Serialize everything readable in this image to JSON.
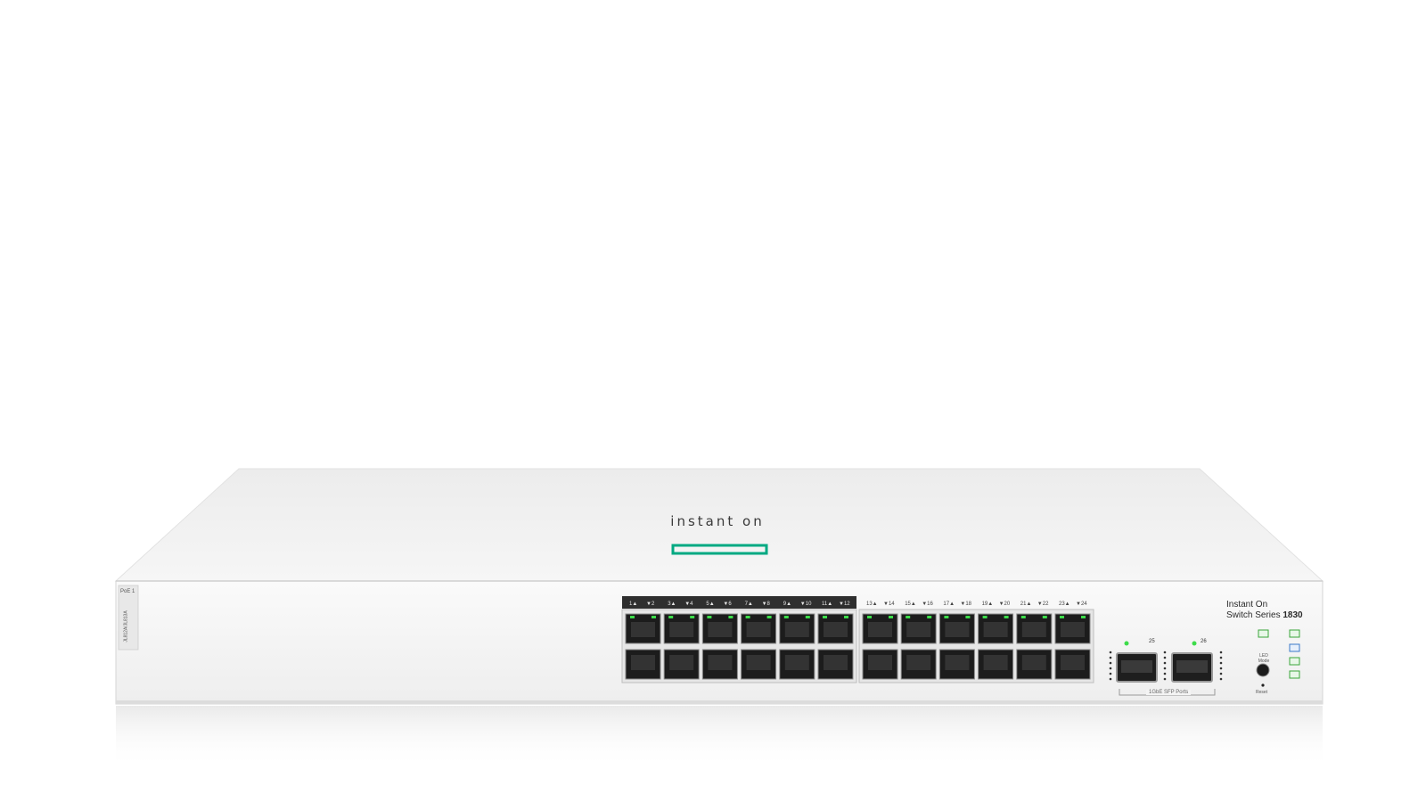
{
  "product": {
    "brand_logo_text": "instant on",
    "model_line1": "Instant On",
    "model_line2_prefix": "Switch Series",
    "model_number": "1830"
  },
  "side_labels": {
    "poe_label": "PoE 1",
    "serial_strip": "JL812A/JL813A"
  },
  "port_labels": [
    "1▲",
    "▼2",
    "3▲",
    "▼4",
    "5▲",
    "▼6",
    "7▲",
    "▼8",
    "9▲",
    "▼10",
    "11▲",
    "▼12",
    "13▲",
    "▼14",
    "15▲",
    "▼16",
    "17▲",
    "▼18",
    "19▲",
    "▼20",
    "21▲",
    "▼22",
    "23▲",
    "▼24"
  ],
  "sfp": {
    "port_25": "25",
    "port_26": "26",
    "caption": "1GbE SFP Ports"
  },
  "controls": {
    "led_mode": "LED Mode",
    "reset": "Reset"
  },
  "colors": {
    "chassis": "#f4f4f4",
    "top_panel": "#efefef",
    "hpe_green": "#01a982",
    "status_led": "#3ddc4a",
    "port_dark": "#1c1c1c"
  }
}
